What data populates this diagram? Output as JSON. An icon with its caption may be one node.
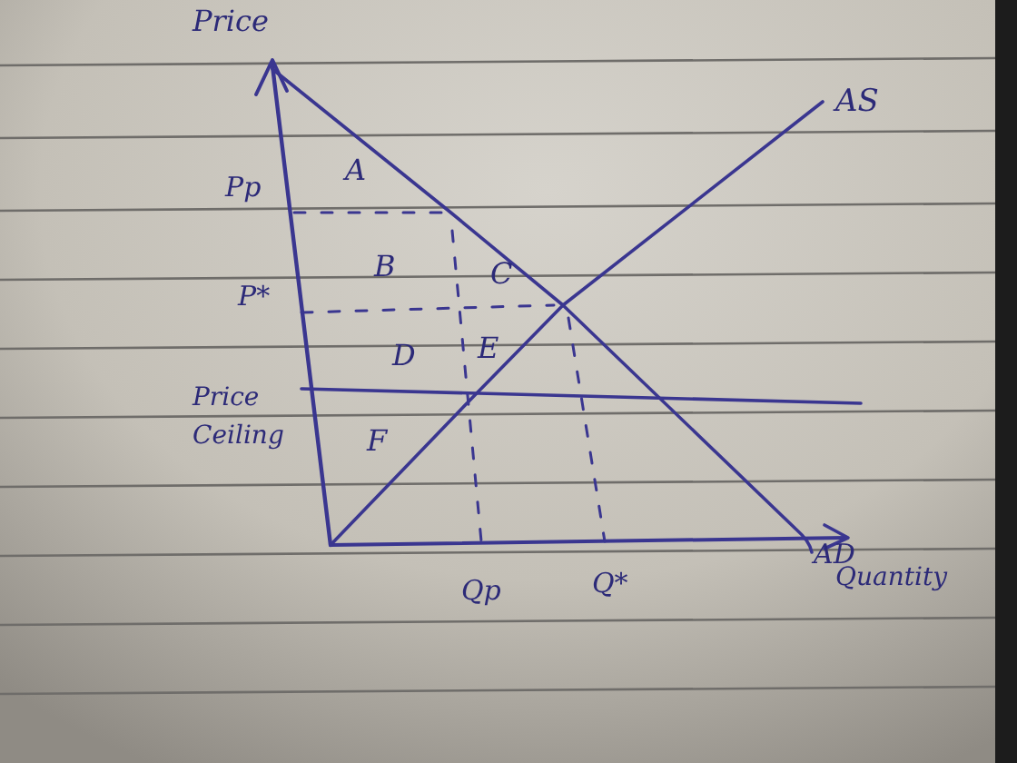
{
  "diagram": {
    "labels": [
      "Price",
      "AS",
      "A",
      "Pp",
      "B",
      "C",
      "P*",
      "D",
      "E",
      "Price Ceiling",
      "F",
      "AD",
      "Qp",
      "Q*",
      "Quantity"
    ]
  }
}
